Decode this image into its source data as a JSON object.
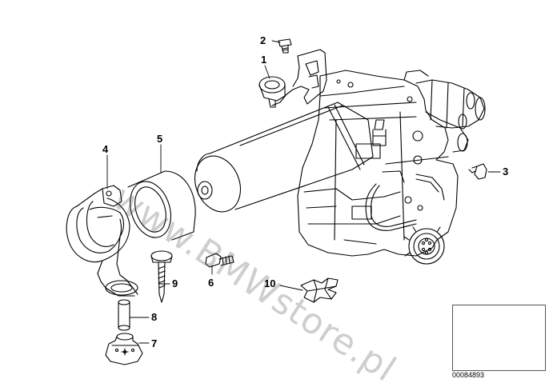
{
  "watermark": "www.BMWstore.pl",
  "reference_number": "00084893",
  "callouts": {
    "c1": "1",
    "c2": "2",
    "c3": "3",
    "c4": "4",
    "c5": "5",
    "c6": "6",
    "c7": "7",
    "c8": "8",
    "c9": "9",
    "c10": "10"
  },
  "colors": {
    "line": "#000000",
    "watermark": "#777777"
  }
}
